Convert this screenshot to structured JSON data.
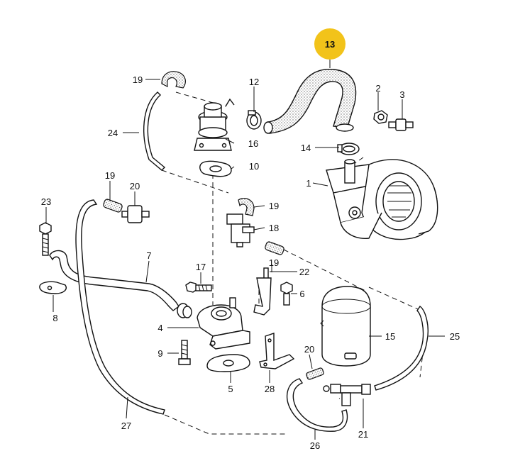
{
  "diagram": {
    "highlight_color": "#f2c31a",
    "callouts": [
      {
        "id": "1",
        "label": "1"
      },
      {
        "id": "2",
        "label": "2"
      },
      {
        "id": "3",
        "label": "3"
      },
      {
        "id": "4",
        "label": "4"
      },
      {
        "id": "5",
        "label": "5"
      },
      {
        "id": "6",
        "label": "6"
      },
      {
        "id": "7",
        "label": "7"
      },
      {
        "id": "8",
        "label": "8"
      },
      {
        "id": "9",
        "label": "9"
      },
      {
        "id": "10",
        "label": "10"
      },
      {
        "id": "12",
        "label": "12"
      },
      {
        "id": "13",
        "label": "13",
        "highlighted": true
      },
      {
        "id": "14",
        "label": "14"
      },
      {
        "id": "15",
        "label": "15"
      },
      {
        "id": "16",
        "label": "16"
      },
      {
        "id": "17",
        "label": "17"
      },
      {
        "id": "18",
        "label": "18"
      },
      {
        "id": "19a",
        "label": "19"
      },
      {
        "id": "19b",
        "label": "19"
      },
      {
        "id": "19c",
        "label": "19"
      },
      {
        "id": "19d",
        "label": "19"
      },
      {
        "id": "20",
        "label": "20"
      },
      {
        "id": "21",
        "label": "21"
      },
      {
        "id": "22",
        "label": "22"
      },
      {
        "id": "23",
        "label": "23"
      },
      {
        "id": "24",
        "label": "24"
      },
      {
        "id": "25a",
        "label": "25"
      },
      {
        "id": "25b",
        "label": "25"
      },
      {
        "id": "26",
        "label": "26"
      },
      {
        "id": "27",
        "label": "27"
      },
      {
        "id": "28",
        "label": "28"
      }
    ]
  }
}
